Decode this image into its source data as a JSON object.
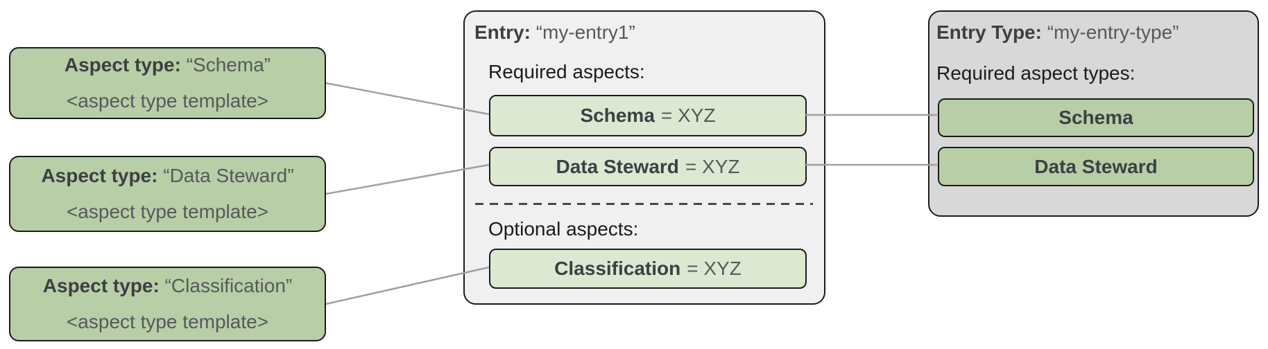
{
  "colors": {
    "canvas_bg": "#ffffff",
    "green_dark": "#b7cea7",
    "green_light": "#dde8d3",
    "panel_light": "#f0f0f0",
    "panel_gray": "#d8d8d8",
    "border_dark": "#1b1b1b",
    "connector_gray": "#a0a0a0",
    "divider_dark": "#48484a",
    "text_bold": "#3e3f41",
    "text_muted": "#57585b",
    "text_heading": "#1b1b1d"
  },
  "aspect_type_cards": [
    {
      "label": "Aspect type:",
      "name": "“Schema”",
      "template": "<aspect type template>"
    },
    {
      "label": "Aspect type:",
      "name": "“Data Steward”",
      "template": "<aspect type template>"
    },
    {
      "label": "Aspect type:",
      "name": "“Classification”",
      "template": "<aspect type template>"
    }
  ],
  "entry_panel": {
    "label": "Entry:",
    "name": "“my-entry1”",
    "required_heading": "Required aspects:",
    "required_aspects": [
      {
        "name": "Schema",
        "value": "= XYZ"
      },
      {
        "name": "Data Steward",
        "value": "= XYZ"
      }
    ],
    "optional_heading": "Optional aspects:",
    "optional_aspects": [
      {
        "name": "Classification",
        "value": "= XYZ"
      }
    ]
  },
  "entry_type_panel": {
    "label": "Entry Type:",
    "name": "“my-entry-type”",
    "required_heading": "Required aspect types:",
    "required_aspect_types": [
      {
        "name": "Schema"
      },
      {
        "name": "Data Steward"
      }
    ]
  }
}
